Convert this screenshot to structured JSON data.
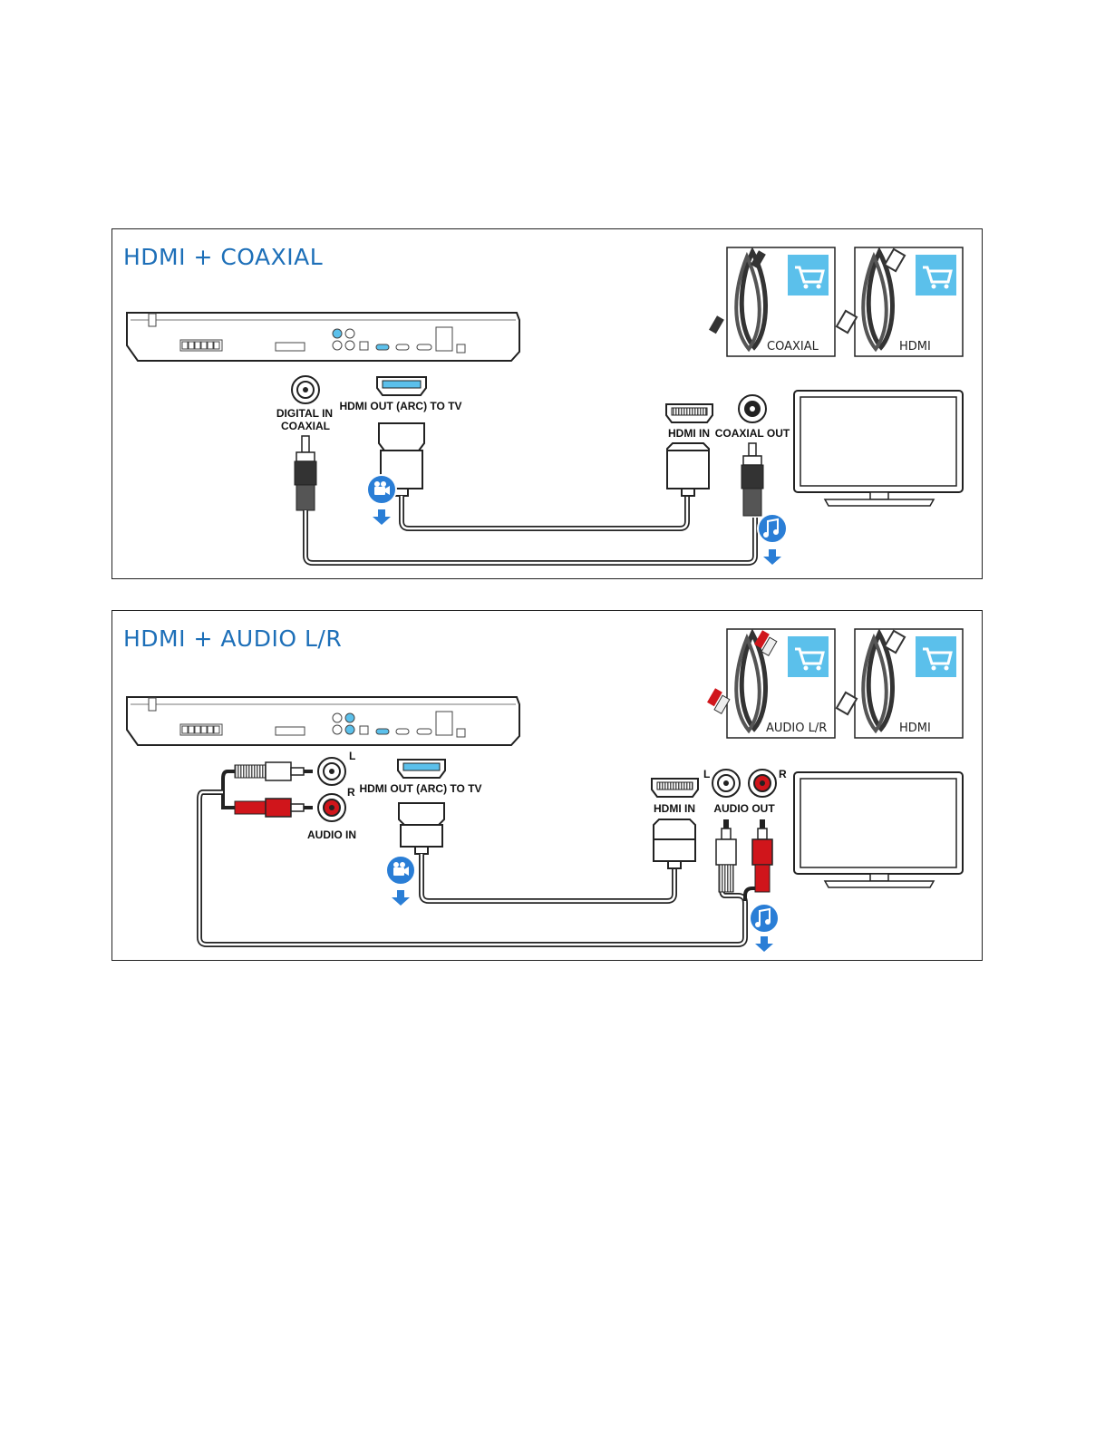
{
  "panels": [
    {
      "title": "HDMI + COAXIAL",
      "cards": [
        "COAXIAL",
        "HDMI"
      ],
      "labels": {
        "digital_in_1": "DIGITAL IN",
        "digital_in_2": "COAXIAL",
        "hdmi_out": "HDMI OUT (ARC) TO TV",
        "hdmi_in": "HDMI IN",
        "coaxial_out": "COAXIAL OUT"
      }
    },
    {
      "title": "HDMI + AUDIO L/R",
      "cards": [
        "AUDIO L/R",
        "HDMI"
      ],
      "labels": {
        "audio_in": "AUDIO IN",
        "hdmi_out": "HDMI OUT (ARC) TO TV",
        "hdmi_in": "HDMI IN",
        "audio_out": "AUDIO OUT",
        "left": "L",
        "right": "R",
        "tv_left": "L",
        "tv_right": "R"
      }
    }
  ],
  "colors": {
    "title": "#1d6fb8",
    "cart_bg": "#5bc0eb",
    "badge": "#2a7ed6",
    "red_plug": "#d0151b"
  },
  "icons": [
    "cart-icon",
    "video-icon",
    "music-note-icon",
    "arrow-down-icon",
    "tv-icon"
  ]
}
